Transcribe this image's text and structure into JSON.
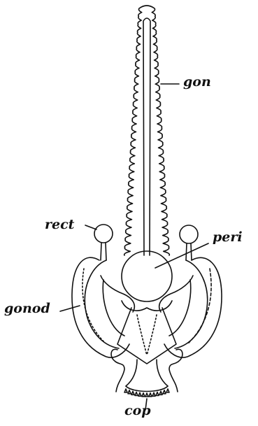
{
  "labels": {
    "gon": "gon",
    "rect": "rect",
    "peri": "peri",
    "gonod": "gonod",
    "cop": "cop"
  },
  "colors": {
    "ink": "#111111",
    "paper": "#ffffff"
  }
}
